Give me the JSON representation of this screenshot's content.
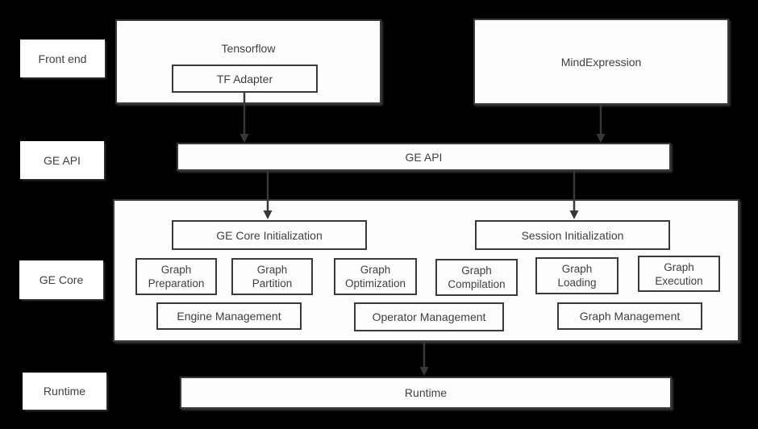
{
  "colors": {
    "background": "#000000",
    "box_fill": "#fdfdfd",
    "box_border": "#3a3a3a",
    "text": "#3f3f3f",
    "arrow": "#383838"
  },
  "row_labels": {
    "front_end": "Front end",
    "ge_api": "GE API",
    "ge_core": "GE Core",
    "runtime": "Runtime"
  },
  "front_end": {
    "tensorflow_title": "Tensorflow",
    "tf_adapter": "TF Adapter",
    "mind_expression": "MindExpression"
  },
  "ge_api": {
    "label": "GE API"
  },
  "ge_core": {
    "init": [
      "GE Core Initialization",
      "Session Initialization"
    ],
    "stages": [
      "Graph Preparation",
      "Graph Partition",
      "Graph Optimization",
      "Graph Compilation",
      "Graph Loading",
      "Graph Execution"
    ],
    "management": [
      "Engine Management",
      "Operator Management",
      "Graph Management"
    ]
  },
  "runtime": {
    "label": "Runtime"
  },
  "connections": [
    {
      "from": "TF Adapter",
      "to": "GE API"
    },
    {
      "from": "MindExpression",
      "to": "GE API"
    },
    {
      "from": "GE API",
      "to": "GE Core Initialization"
    },
    {
      "from": "GE API",
      "to": "Session Initialization"
    },
    {
      "from": "GE Core",
      "to": "Runtime"
    }
  ]
}
